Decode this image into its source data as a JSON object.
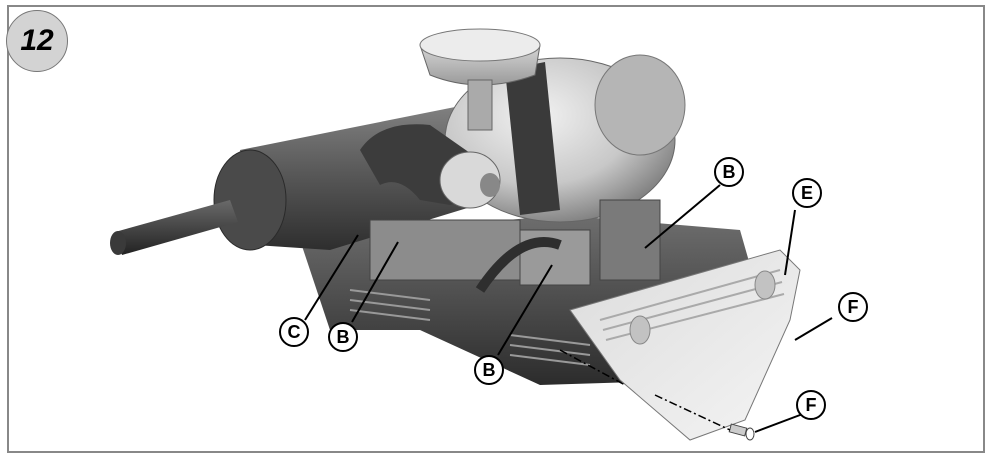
{
  "figure": {
    "step_number": "12",
    "callouts": {
      "b_upper": "B",
      "e": "E",
      "f_upper": "F",
      "f_lower": "F",
      "c": "C",
      "b_left": "B",
      "b_lower": "B"
    }
  }
}
